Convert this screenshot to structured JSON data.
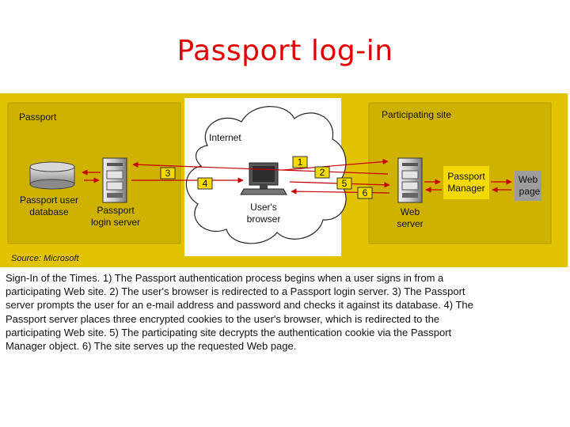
{
  "slide": {
    "title": "Passport log-in"
  },
  "diagram": {
    "passport_panel_title": "Passport",
    "participating_panel_title": "Participating site",
    "internet_label": "Internet",
    "source": "Source: Microsoft",
    "user_db_label": [
      "Passport user",
      "database"
    ],
    "login_server_label": [
      "Passport",
      "login server"
    ],
    "browser_label": [
      "User's",
      "browser"
    ],
    "web_server_label": [
      "Web",
      "server"
    ],
    "passport_manager_label": [
      "Passport",
      "Manager"
    ],
    "web_page_label": [
      "Web",
      "page"
    ],
    "steps": [
      "1",
      "2",
      "3",
      "4",
      "5",
      "6"
    ]
  },
  "caption": {
    "lines": [
      "Sign-In of the Times. 1) The Passport authentication process begins when a user signs in from a",
      "participating Web site. 2) The user's browser is redirected to a Passport login server. 3) The Passport",
      "server prompts the user for an e-mail address and password and checks it against its database. 4) The",
      "Passport server places three encrypted cookies to the user's browser, which is redirected to the",
      "participating Web site. 5) The participating site decrypts the authentication cookie via the Passport",
      "Manager object. 6) The site serves up the requested Web page."
    ]
  },
  "colors": {
    "title": "#e00000",
    "figure_background": "#e2c300",
    "panel_fill": "#cfb100",
    "cloud_fill": "#ffffff",
    "arrow": "#c40000",
    "manager_box": "#f4da00",
    "web_page_box": "#9c9c9c"
  }
}
